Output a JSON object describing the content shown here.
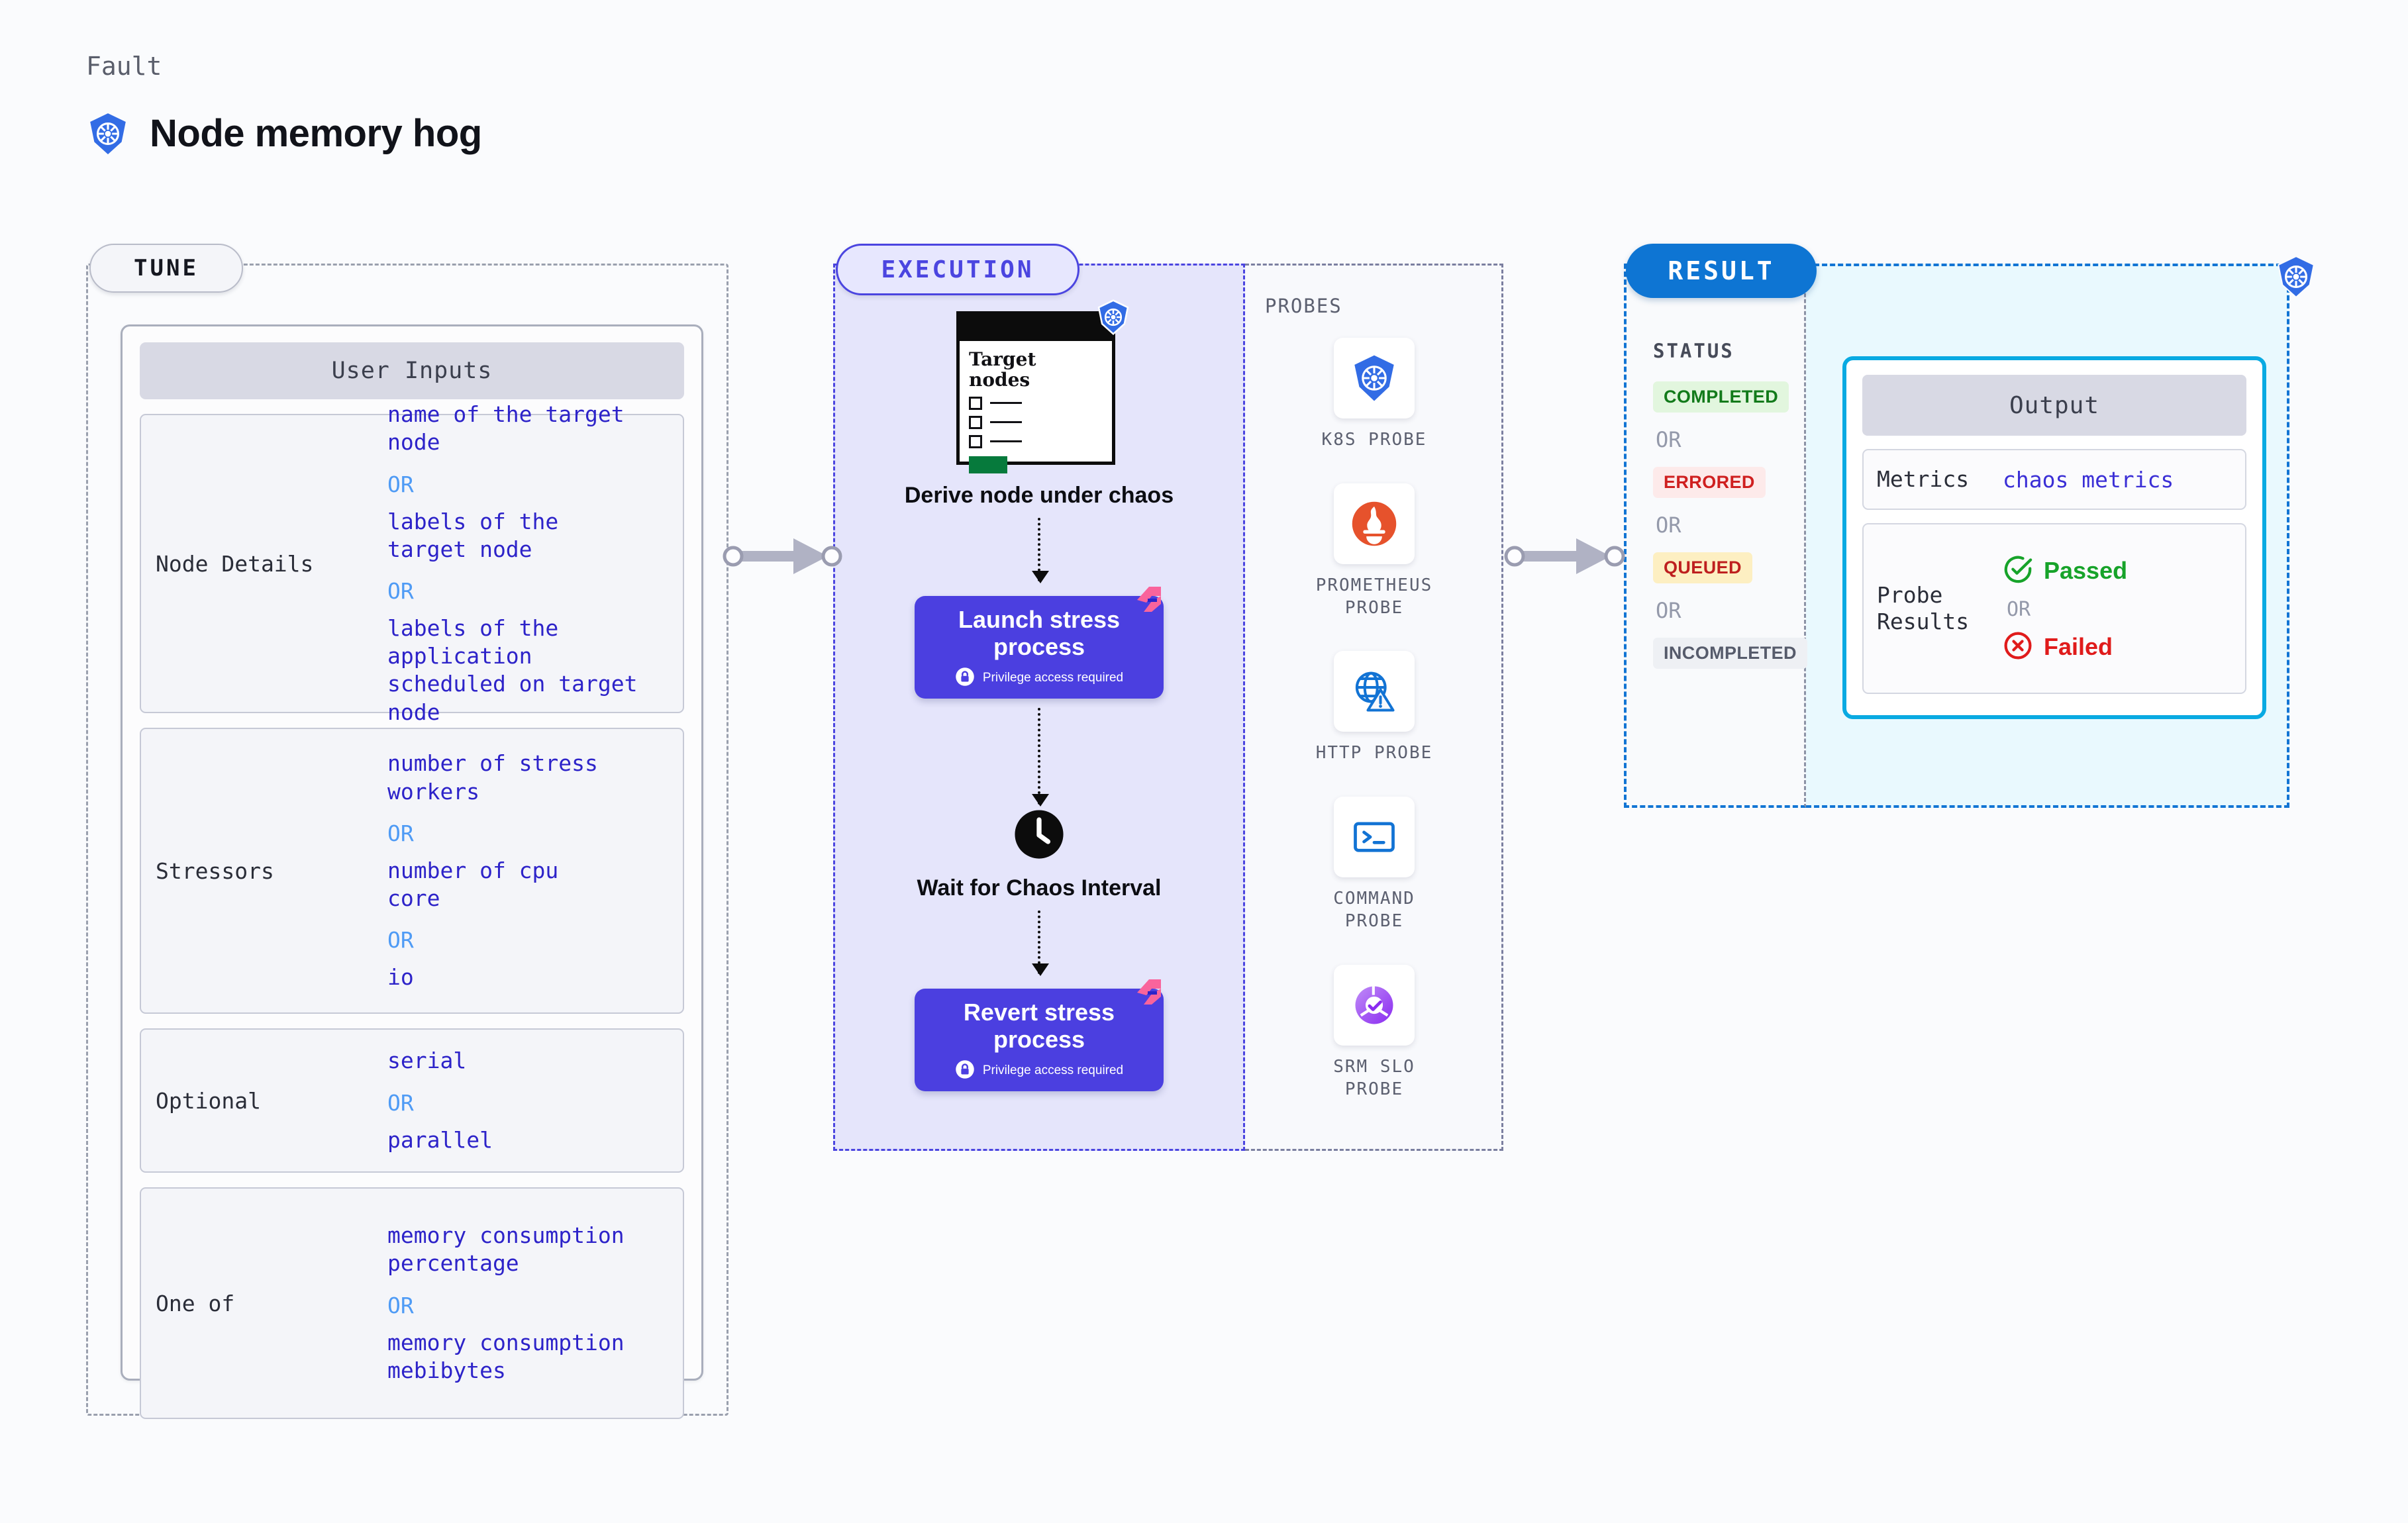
{
  "header": {
    "kicker": "Fault",
    "title": "Node memory hog",
    "icon": "kubernetes-icon"
  },
  "sections": {
    "tune": {
      "pill": "TUNE"
    },
    "execution": {
      "pill": "EXECUTION"
    },
    "probes": {
      "heading": "PROBES"
    },
    "result": {
      "pill": "RESULT",
      "status_heading": "STATUS"
    }
  },
  "tune": {
    "panel_title": "User Inputs",
    "or": "OR",
    "rows": [
      {
        "label": "Node Details",
        "values": [
          "name of the target\nnode",
          "labels of the\ntarget node",
          "labels of the application\n scheduled on target node"
        ]
      },
      {
        "label": "Stressors",
        "values": [
          "number of stress\nworkers",
          "number of cpu\ncore",
          "io"
        ]
      },
      {
        "label": "Optional",
        "values": [
          "serial",
          "parallel"
        ]
      },
      {
        "label": "One of",
        "values": [
          "memory consumption\npercentage",
          "memory consumption\nmebibytes"
        ]
      }
    ]
  },
  "execution": {
    "node_card": {
      "title": "Target\nnodes"
    },
    "steps": [
      {
        "label": "Derive node under\nchaos",
        "icon": "target-nodes-card-icon"
      },
      {
        "label": "Launch stress\nprocess",
        "note": "Privilege access required",
        "icon": "lock-icon",
        "badge": "harness-icon"
      },
      {
        "label": "Wait for Chaos\nInterval",
        "icon": "clock-icon"
      },
      {
        "label": "Revert stress\nprocess",
        "note": "Privilege access required",
        "icon": "lock-icon",
        "badge": "harness-icon"
      }
    ]
  },
  "probes": [
    {
      "label": "K8S PROBE",
      "icon": "kubernetes-icon"
    },
    {
      "label": "PROMETHEUS\nPROBE",
      "icon": "prometheus-icon"
    },
    {
      "label": "HTTP PROBE",
      "icon": "globe-warning-icon"
    },
    {
      "label": "COMMAND\nPROBE",
      "icon": "terminal-icon"
    },
    {
      "label": "SRM SLO\nPROBE",
      "icon": "slo-donut-check-icon"
    }
  ],
  "result": {
    "statuses": [
      {
        "label": "COMPLETED",
        "style": "success"
      },
      {
        "label": "ERRORED",
        "style": "error"
      },
      {
        "label": "QUEUED",
        "style": "warning"
      },
      {
        "label": "INCOMPLETED",
        "style": "neutral"
      }
    ],
    "or": "OR",
    "output": {
      "panel_title": "Output",
      "rows": [
        {
          "label": "Metrics",
          "value": "chaos metrics"
        },
        {
          "label": "Probe\nResults",
          "pass": "Passed",
          "fail": "Failed",
          "or": "OR"
        }
      ]
    },
    "corner_icon": "kubernetes-icon"
  },
  "colors": {
    "accent_purple": "#4b3fe0",
    "accent_blue": "#0e75d3",
    "accent_cyan": "#09aae2",
    "value_text": "#2d23c9",
    "or_text": "#4f9bf5",
    "success": "#17a32a",
    "error": "#e01b1b",
    "k8s_blue": "#326ce5",
    "prometheus_orange": "#e6522c",
    "harness_pink": "#f9649c"
  }
}
